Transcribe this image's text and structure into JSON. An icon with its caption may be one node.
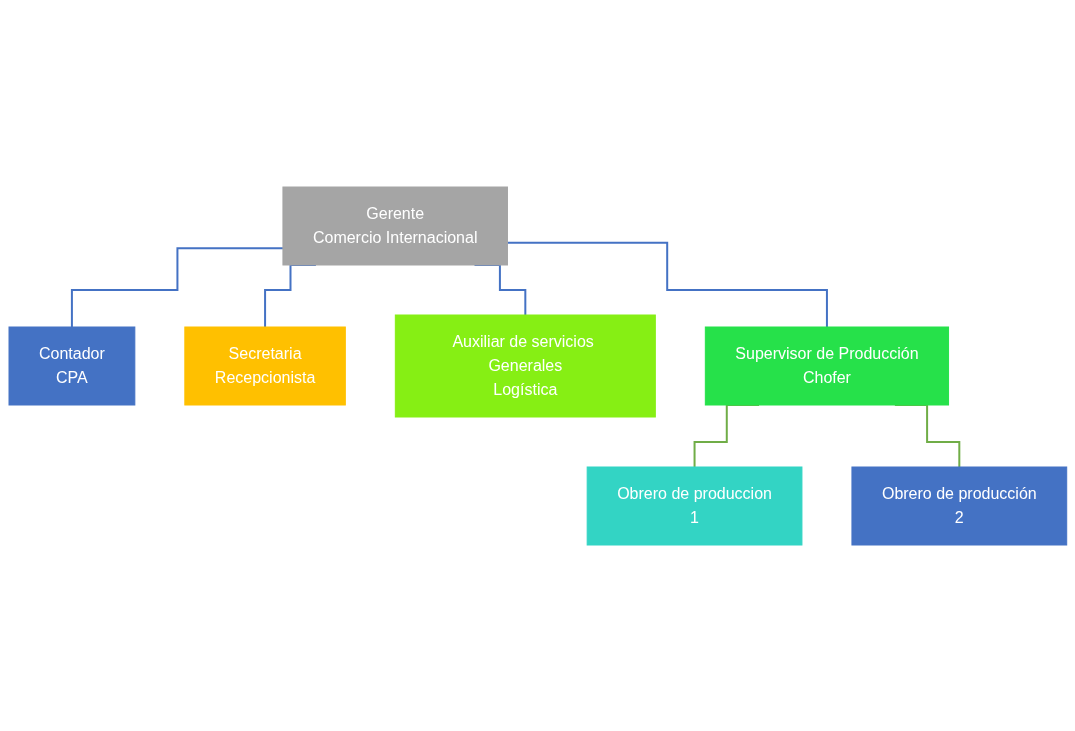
{
  "diagram": {
    "nodes": [
      {
        "text": [
          "Gerente",
          "Comercio Internacional"
        ]
      },
      {
        "text": [
          "Contador",
          "CPA"
        ]
      },
      {
        "text": [
          "Secretaria",
          "Recepcionista"
        ]
      },
      {
        "text": [
          "Auxiliar de servicios Generales",
          "Logística"
        ]
      },
      {
        "text": [
          "Supervisor de Producción",
          "Chofer"
        ]
      },
      {
        "text": [
          "Obrero de produccion",
          "1"
        ]
      },
      {
        "text": [
          "Obrero de producción",
          "2"
        ]
      }
    ],
    "edges": [
      {
        "from": 0,
        "to": 1,
        "arrow": "none"
      },
      {
        "from": 0,
        "to": 2,
        "arrow": "none"
      },
      {
        "from": 0,
        "to": 3,
        "arrow": "none"
      },
      {
        "from": 0,
        "to": 4,
        "arrow": "none"
      },
      {
        "from": 4,
        "to": 5,
        "arrow": "none",
        "color": "#70ad47"
      },
      {
        "from": 4,
        "to": 6,
        "arrow": "none",
        "color": "#70ad47"
      }
    ]
  }
}
